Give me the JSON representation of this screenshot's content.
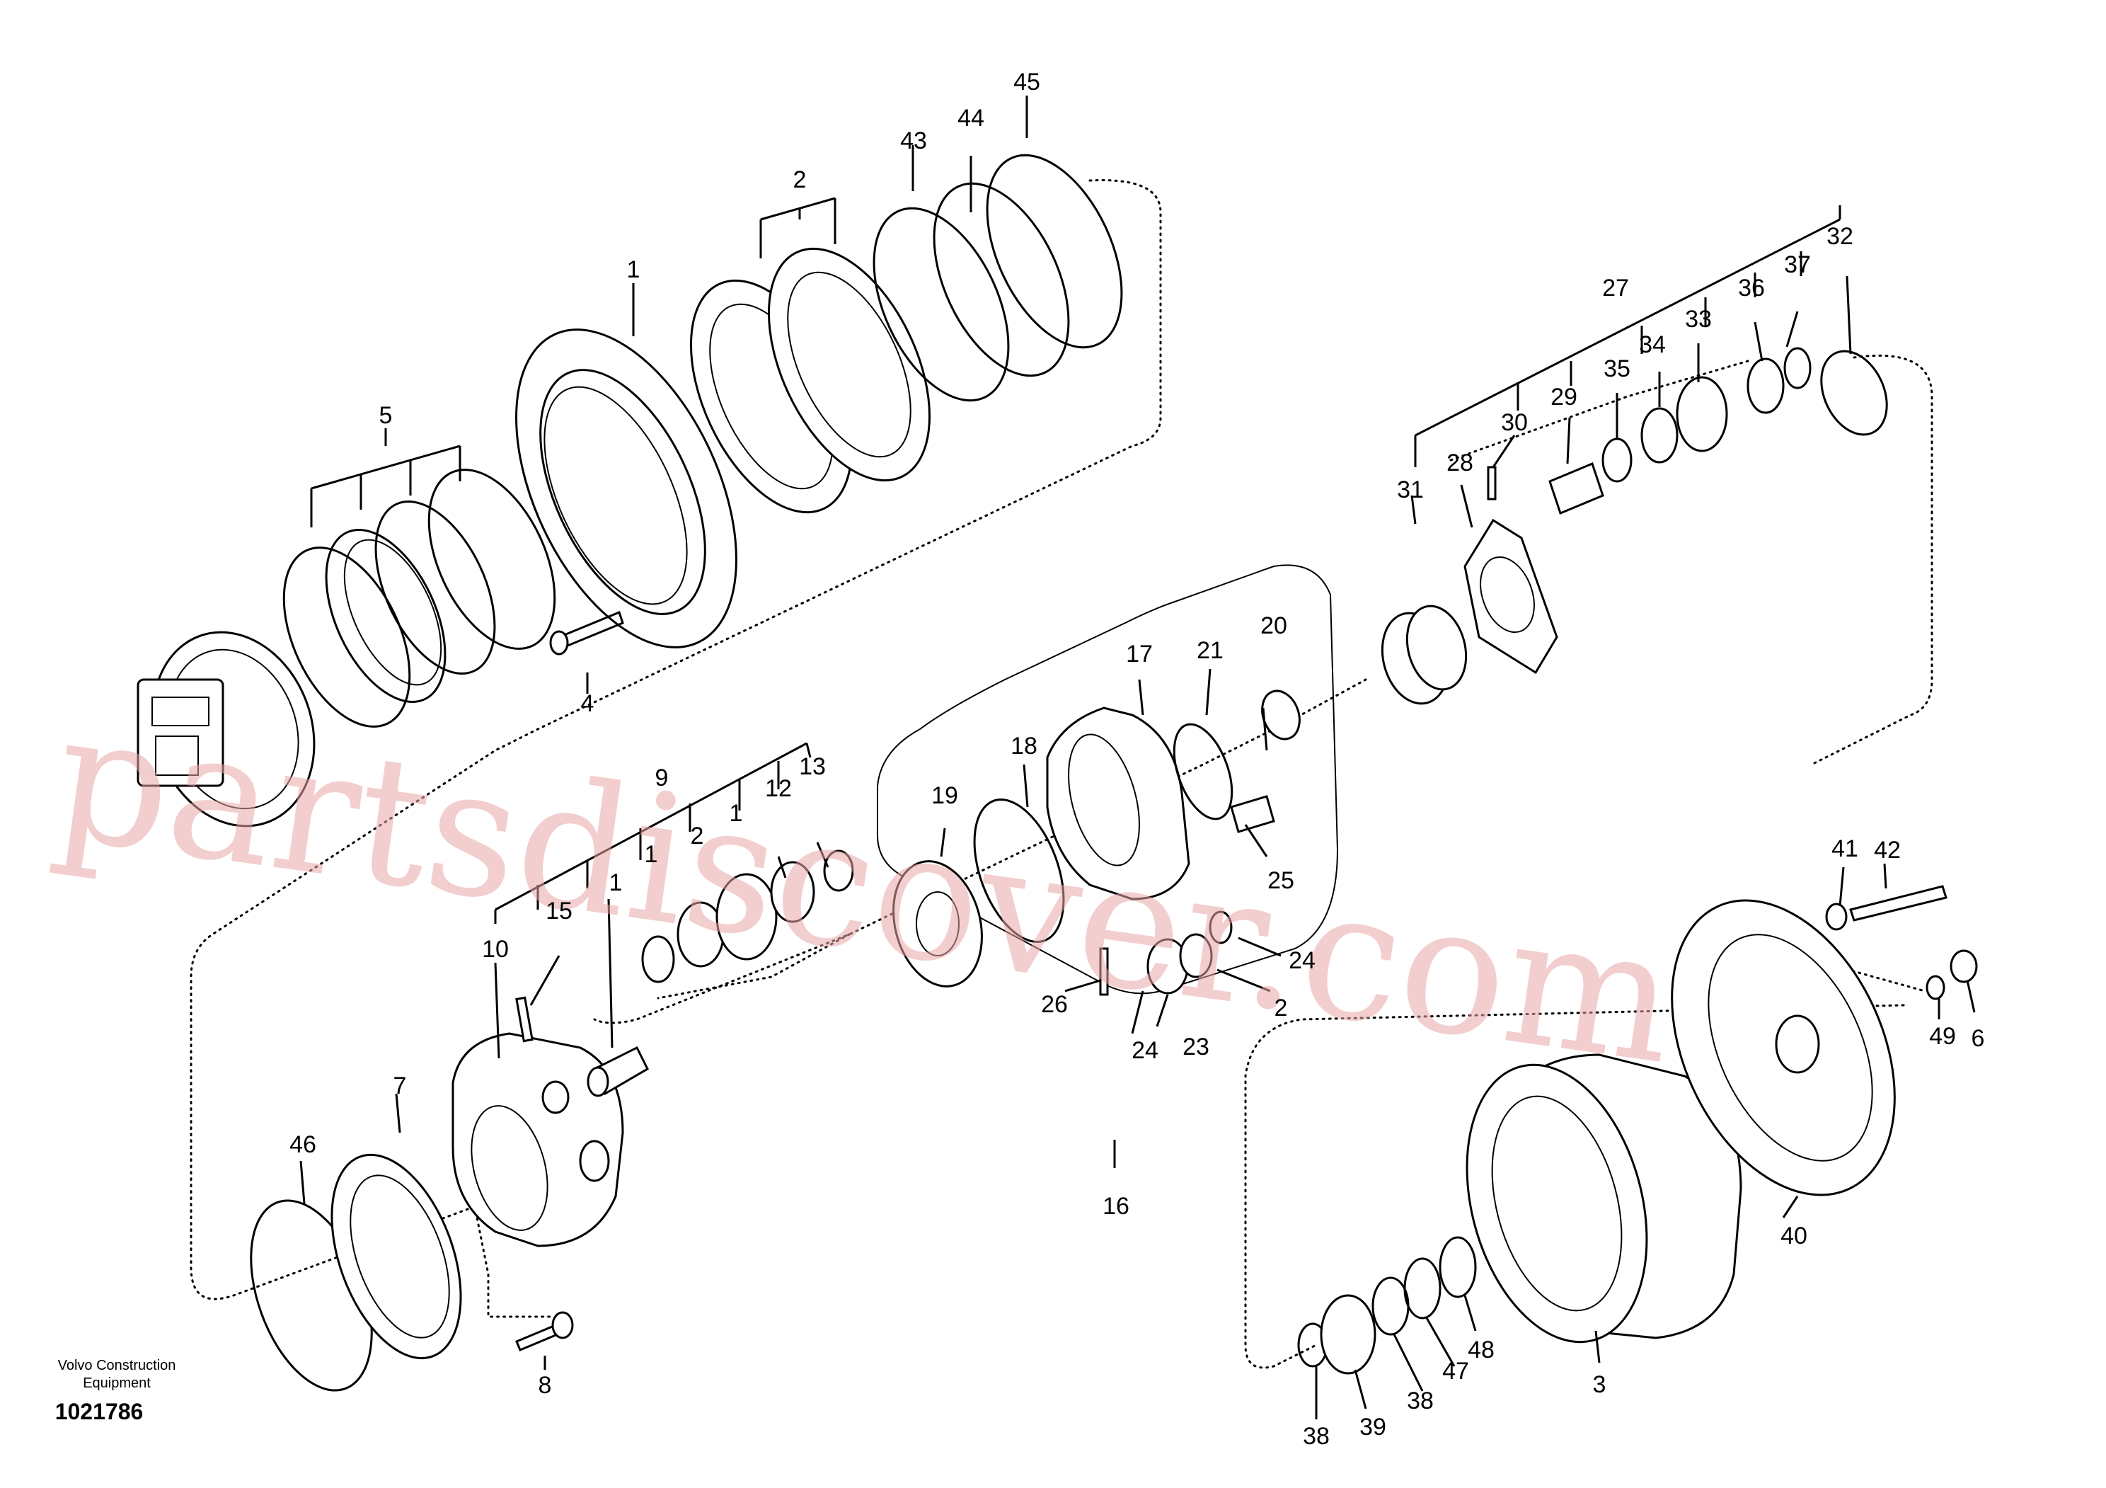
{
  "watermark": "partsdiscover.com",
  "footer": {
    "manufacturer_line1": "Volvo Construction",
    "manufacturer_line2": "Equipment",
    "drawing_number": "1021786"
  },
  "callouts": {
    "c1": "1",
    "c2": "2",
    "c3": "3",
    "c4": "4",
    "c5": "5",
    "c6": "6",
    "c7": "7",
    "c8": "8",
    "c9": "9",
    "c10": "10",
    "c11": "1",
    "c11b": "1",
    "c12": "12",
    "c12b": "2",
    "c13": "13",
    "c14": "1",
    "c15": "15",
    "c16": "16",
    "c17": "17",
    "c18": "18",
    "c19": "19",
    "c20": "20",
    "c21": "21",
    "c22": "2",
    "c23": "23",
    "c24a": "24",
    "c24b": "24",
    "c25": "25",
    "c26": "26",
    "c27": "27",
    "c28": "28",
    "c29": "29",
    "c30": "30",
    "c31": "31",
    "c32": "32",
    "c33": "33",
    "c34": "34",
    "c35": "35",
    "c36": "36",
    "c37": "37",
    "c38a": "38",
    "c38b": "38",
    "c39": "39",
    "c40": "40",
    "c41": "41",
    "c42": "42",
    "c43": "43",
    "c44": "44",
    "c45": "45",
    "c46": "46",
    "c47": "47",
    "c48": "48",
    "c49": "49"
  }
}
